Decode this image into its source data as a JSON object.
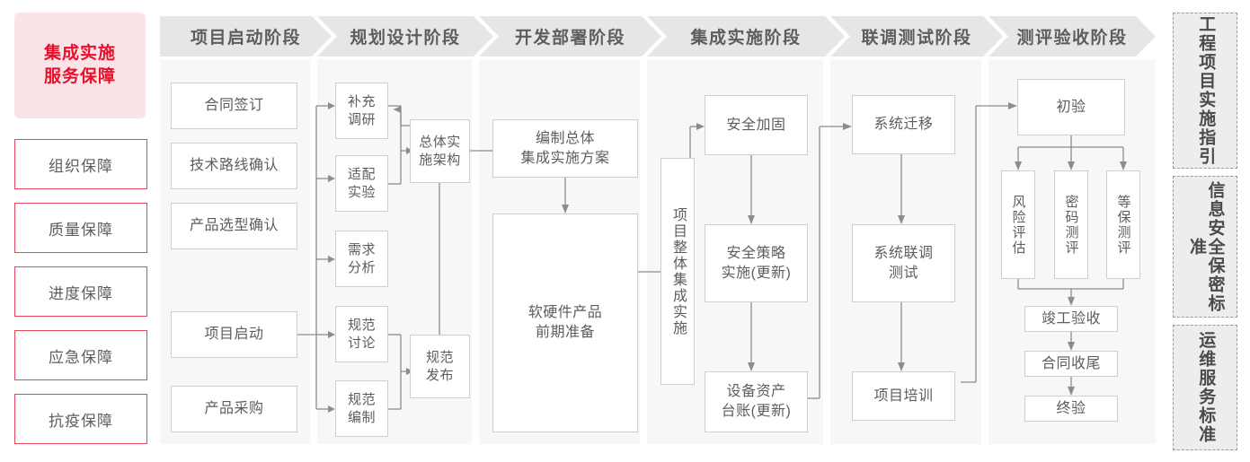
{
  "sidebar_left": {
    "title_lines": [
      "集成实施",
      "服务保障"
    ],
    "title_color": "#e8102a",
    "title_bg": "#fbe4e7",
    "border_color": "#e0455c",
    "items": [
      {
        "label": "组织保障"
      },
      {
        "label": "质量保障"
      },
      {
        "label": "进度保障"
      },
      {
        "label": "应急保障"
      },
      {
        "label": "抗疫保障"
      }
    ]
  },
  "phases": [
    {
      "id": "phase-1",
      "header": "项目启动阶段",
      "nodes": [
        {
          "id": "n-contract",
          "label": "合同签订"
        },
        {
          "id": "n-tech-route",
          "label": "技术路线确认"
        },
        {
          "id": "n-product-select",
          "label": "产品选型确认"
        },
        {
          "id": "n-project-start",
          "label": "项目启动"
        },
        {
          "id": "n-product-purchase",
          "label": "产品采购"
        }
      ]
    },
    {
      "id": "phase-2",
      "header": "规划设计阶段",
      "nodes": [
        {
          "id": "n-extra-research",
          "label": "补充\n调研",
          "label_line1": "补充",
          "label_line2": "调研"
        },
        {
          "id": "n-adapt-test",
          "label": "适配\n实验",
          "label_line1": "适配",
          "label_line2": "实验"
        },
        {
          "id": "n-req-analysis",
          "label": "需求\n分析",
          "label_line1": "需求",
          "label_line2": "分析"
        },
        {
          "id": "n-spec-discuss",
          "label": "规范\n讨论",
          "label_line1": "规范",
          "label_line2": "讨论"
        },
        {
          "id": "n-spec-draft",
          "label": "规范\n编制",
          "label_line1": "规范",
          "label_line2": "编制"
        },
        {
          "id": "n-overall-arch",
          "label_line1": "总体实",
          "label_line2": "施架构"
        },
        {
          "id": "n-spec-release",
          "label_line1": "规范",
          "label_line2": "发布"
        }
      ]
    },
    {
      "id": "phase-3",
      "header": "开发部署阶段",
      "nodes": [
        {
          "id": "n-overall-plan",
          "label_line1": "编制总体",
          "label_line2": "集成实施方案"
        },
        {
          "id": "n-hw-sw-prep",
          "label_line1": "软硬件产品",
          "label_line2": "前期准备"
        }
      ]
    },
    {
      "id": "phase-4",
      "header": "集成实施阶段",
      "nodes": [
        {
          "id": "n-overall-integration",
          "label": "项目整体集成实施"
        },
        {
          "id": "n-security-harden",
          "label": "安全加固"
        },
        {
          "id": "n-security-policy",
          "label_line1": "安全策略",
          "label_line2": "实施(更新)"
        },
        {
          "id": "n-asset-ledger",
          "label_line1": "设备资产",
          "label_line2": "台账(更新)"
        }
      ]
    },
    {
      "id": "phase-5",
      "header": "联调测试阶段",
      "nodes": [
        {
          "id": "n-sys-migration",
          "label": "系统迁移"
        },
        {
          "id": "n-sys-joint-test",
          "label_line1": "系统联调",
          "label_line2": "测试"
        },
        {
          "id": "n-project-training",
          "label": "项目培训"
        }
      ]
    },
    {
      "id": "phase-6",
      "header": "测评验收阶段",
      "nodes": [
        {
          "id": "n-initial-accept",
          "label": "初验"
        },
        {
          "id": "n-risk-assess",
          "label": "风险评估"
        },
        {
          "id": "n-crypto-eval",
          "label": "密码测评"
        },
        {
          "id": "n-dengbao-eval",
          "label": "等保测评"
        },
        {
          "id": "n-final-completion",
          "label": "竣工验收"
        },
        {
          "id": "n-contract-close",
          "label": "合同收尾"
        },
        {
          "id": "n-final-accept",
          "label": "终验"
        }
      ]
    }
  ],
  "sidebar_right": {
    "items": [
      {
        "id": "std-engineering",
        "label": "工程项目实施指引"
      },
      {
        "id": "std-security",
        "label": "信息安全保密标准"
      },
      {
        "id": "std-ops",
        "label": "运维服务标准"
      }
    ]
  }
}
